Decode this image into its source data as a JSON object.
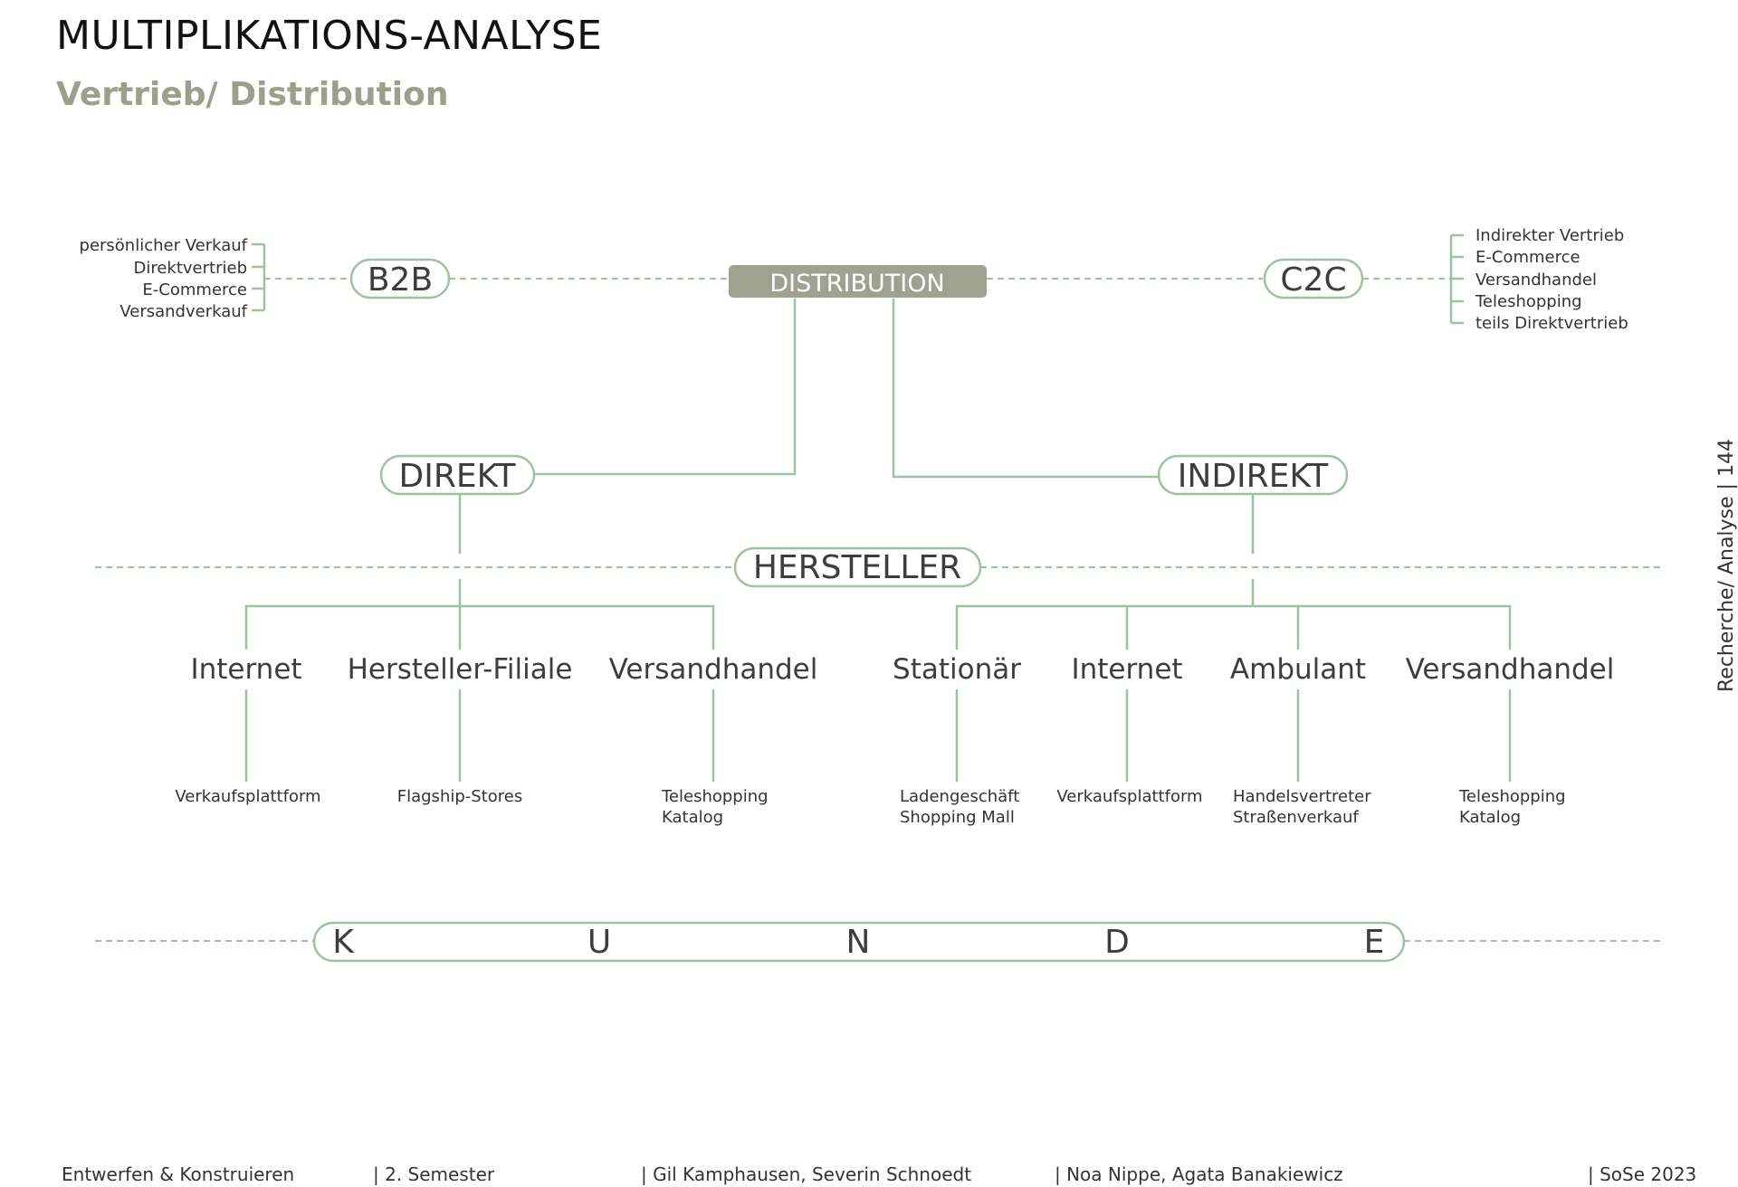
{
  "title": "MULTIPLIKATIONS-ANALYSE",
  "subtitle": "Vertrieb/ Distribution",
  "side_label": "Recherche/ Analyse | 144",
  "diagram": {
    "b2b": {
      "label": "B2B",
      "items": [
        "persönlicher Verkauf",
        "Direktvertrieb",
        "E-Commerce",
        "Versandverkauf"
      ]
    },
    "distribution": "DISTRIBUTION",
    "c2c": {
      "label": "C2C",
      "items": [
        "Indirekter Vertrieb",
        "E-Commerce",
        "Versandhandel",
        "Teleshopping",
        "teils Direktvertrieb"
      ]
    },
    "direkt": "DIREKT",
    "indirekt": "INDIREKT",
    "hersteller": "HERSTELLER",
    "direkt_channels": [
      {
        "label": "Internet",
        "details": [
          "Verkaufsplattform"
        ]
      },
      {
        "label": "Hersteller-Filiale",
        "details": [
          "Flagship-Stores"
        ]
      },
      {
        "label": "Versandhandel",
        "details": [
          "Teleshopping",
          "Katalog"
        ]
      }
    ],
    "indirekt_channels": [
      {
        "label": "Stationär",
        "details": [
          "Ladengeschäft",
          "Shopping Mall"
        ]
      },
      {
        "label": "Internet",
        "details": [
          "Verkaufsplattform"
        ]
      },
      {
        "label": "Ambulant",
        "details": [
          "Handelsvertreter",
          "Straßenverkauf"
        ]
      },
      {
        "label": "Versandhandel",
        "details": [
          "Teleshopping",
          "Katalog"
        ]
      }
    ],
    "kunde_letters": [
      "K",
      "U",
      "N",
      "D",
      "E"
    ]
  },
  "footer": {
    "course": "Entwerfen & Konstruieren",
    "semester": "|  2. Semester",
    "teachers": "| Gil Kamphausen,  Severin Schnoedt",
    "students": "| Noa Nippe, Agata Banakiewicz",
    "term": "| SoSe 2023"
  },
  "colors": {
    "accent_green": "#9ac49e",
    "distribution_fill": "#9fa28f",
    "subtitle_gray": "#9b9f8c"
  }
}
